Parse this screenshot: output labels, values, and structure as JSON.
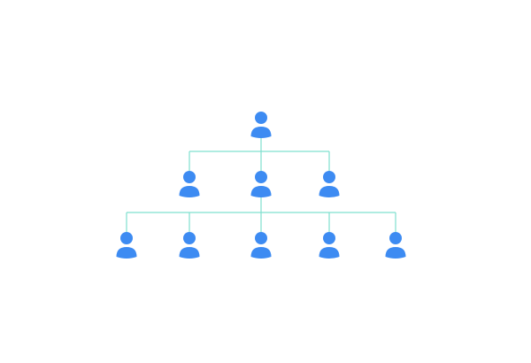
{
  "colors": {
    "background": "#ffffff",
    "person": "#3d8bf2",
    "connector": "#7fe0cf"
  },
  "icon": "person-icon",
  "org_chart": {
    "levels": [
      {
        "level": 1,
        "count": 1
      },
      {
        "level": 2,
        "count": 3
      },
      {
        "level": 3,
        "count": 5
      }
    ],
    "nodes": [
      {
        "id": "root",
        "parent": null
      },
      {
        "id": "l2-left",
        "parent": "root"
      },
      {
        "id": "l2-center",
        "parent": "root"
      },
      {
        "id": "l2-right",
        "parent": "root"
      },
      {
        "id": "l3-1",
        "parent": "l2-center"
      },
      {
        "id": "l3-2",
        "parent": "l2-center"
      },
      {
        "id": "l3-3",
        "parent": "l2-center"
      },
      {
        "id": "l3-4",
        "parent": "l2-center"
      },
      {
        "id": "l3-5",
        "parent": "l2-center"
      }
    ]
  }
}
